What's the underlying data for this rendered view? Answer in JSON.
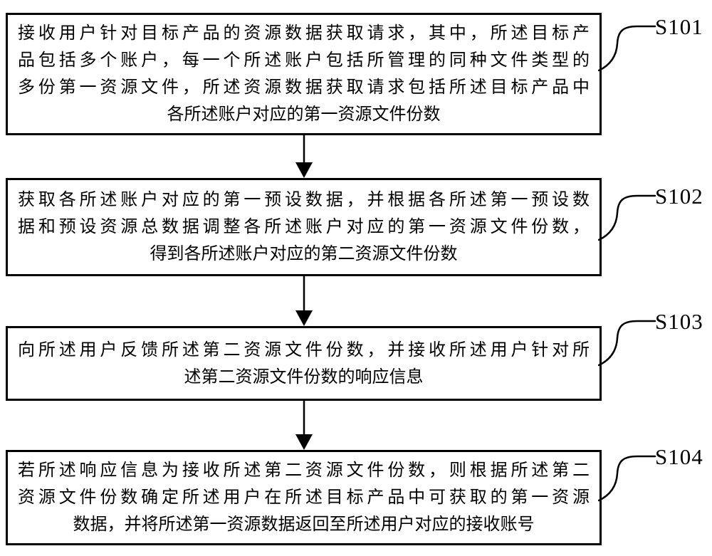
{
  "figure": {
    "type": "flowchart",
    "colors": {
      "line": "#000000",
      "background": "#ffffff"
    },
    "steps": [
      {
        "id": "S101",
        "lines": [
          "接收用户针对目标产品的资源数据获取请求，其中，所述目标产",
          "品包括多个账户，每一个所述账户包括所管理的同种文件类型的",
          "多份第一资源文件，所述资源数据获取请求包括所述目标产品中",
          "各所述账户对应的第一资源文件份数"
        ]
      },
      {
        "id": "S102",
        "lines": [
          "获取各所述账户对应的第一预设数据，并根据各所述第一预设数",
          "据和预设资源总数据调整各所述账户对应的第一资源文件份数，",
          "得到各所述账户对应的第二资源文件份数"
        ]
      },
      {
        "id": "S103",
        "lines": [
          "向所述用户反馈所述第二资源文件份数，并接收所述用户针对所",
          "述第二资源文件份数的响应信息"
        ]
      },
      {
        "id": "S104",
        "lines": [
          "若所述响应信息为接收所述第二资源文件份数，则根据所述第二",
          "资源文件份数确定所述用户在所述目标产品中可获取的第一资源",
          "数据，并将所述第一资源数据返回至所述用户对应的接收账号"
        ]
      }
    ]
  }
}
